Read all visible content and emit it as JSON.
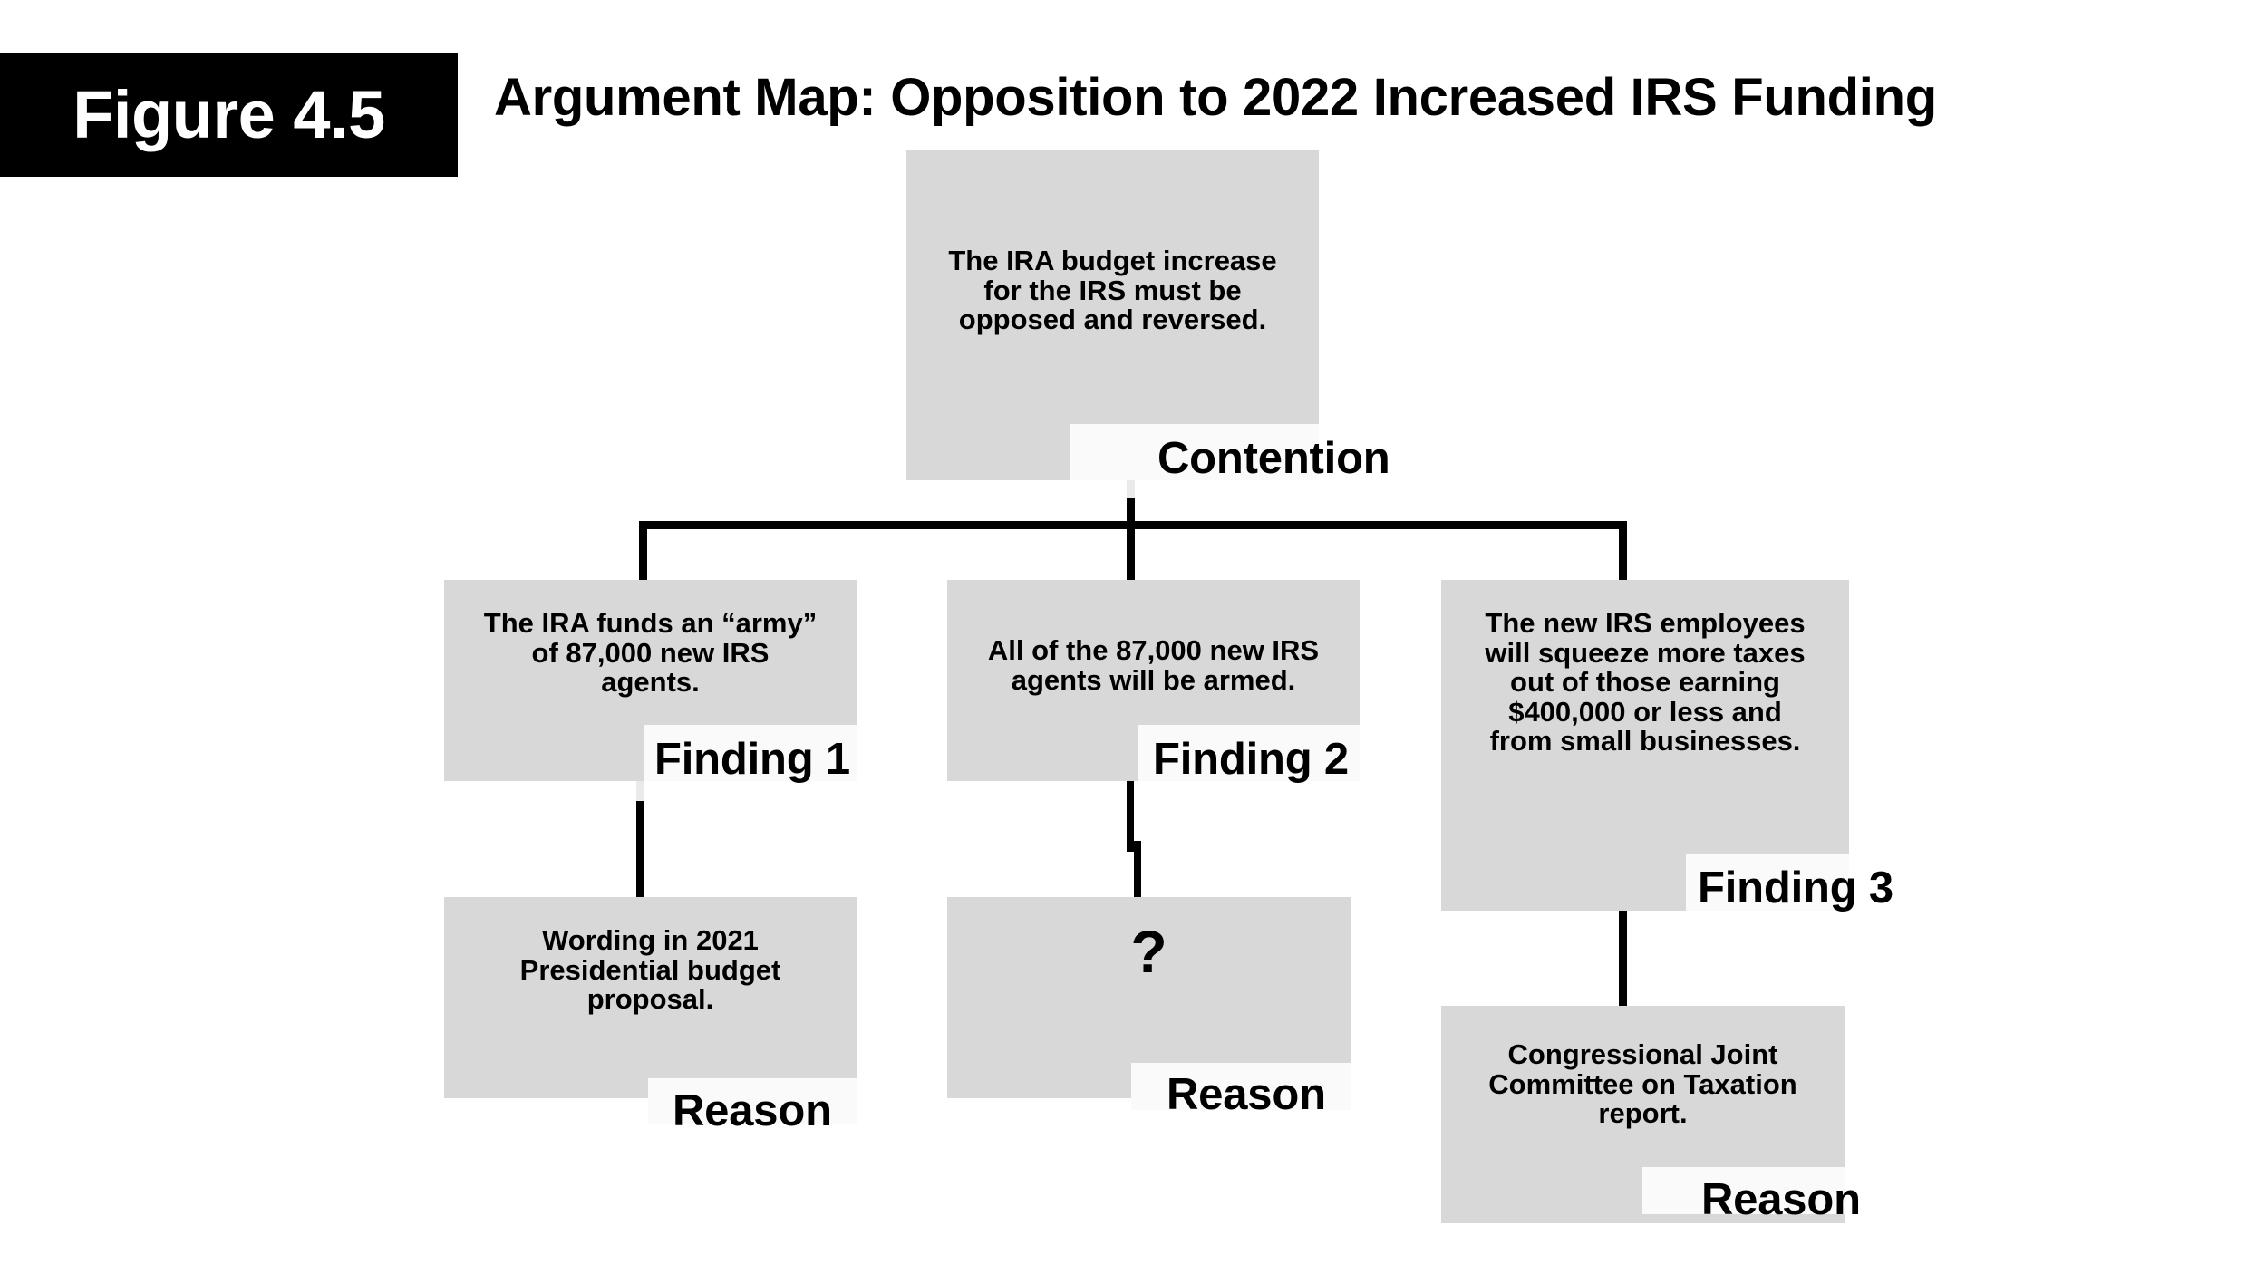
{
  "figure": {
    "tag": "Figure 4.5",
    "title": "Argument Map: Opposition to 2022 Increased IRS Funding"
  },
  "colors": {
    "node_fill": "#d8d8d8",
    "label_fill": "#fafafa",
    "connector": "#000000",
    "tag_background": "#000000",
    "tag_text": "#ffffff"
  },
  "nodes": {
    "contention": {
      "label": "Contention",
      "text": "The IRA budget increase\nfor the IRS must be\nopposed and reversed."
    },
    "finding1": {
      "label": "Finding 1",
      "text": "The IRA funds an “army”\nof 87,000 new IRS\nagents."
    },
    "finding2": {
      "label": "Finding 2",
      "text": "All of the 87,000 new IRS\nagents will be armed."
    },
    "finding3": {
      "label": "Finding 3",
      "text": "The new IRS employees\nwill squeeze more taxes\nout of those earning\n$400,000 or less and\nfrom small businesses."
    },
    "reason1": {
      "label": "Reason",
      "text": "Wording in 2021\nPresidential budget\nproposal."
    },
    "reason2": {
      "label": "Reason",
      "text": "?"
    },
    "reason3": {
      "label": "Reason",
      "text": "Congressional Joint\nCommittee on Taxation\nreport."
    }
  }
}
